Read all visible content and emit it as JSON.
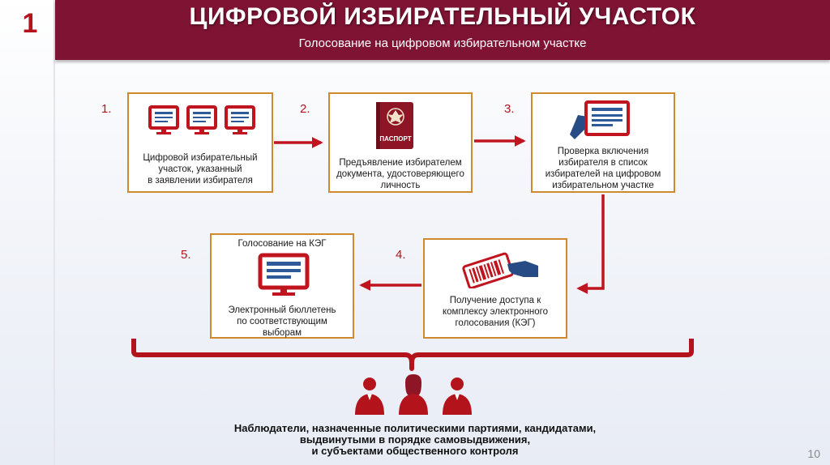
{
  "slide_number": "1",
  "header": {
    "title": "ЦИФРОВОЙ ИЗБИРАТЕЛЬНЫЙ УЧАСТОК",
    "subtitle": "Голосование на цифровом избирательном участке"
  },
  "steps": [
    {
      "number": "1.",
      "text_lines": [
        "Цифровой избирательный",
        "участок, указанный",
        "в заявлении избирателя"
      ],
      "icon": "monitors-icon"
    },
    {
      "number": "2.",
      "text_lines": [
        "Предъявление избирателем",
        "документа, удостоверяющего",
        "личность"
      ],
      "icon": "passport-icon",
      "icon_label": "ПАСПОРТ"
    },
    {
      "number": "3.",
      "text_lines": [
        "Проверка включения",
        "избирателя в список",
        "избирателей на цифровом",
        "избирательном участке"
      ],
      "icon": "voter-list-icon"
    },
    {
      "number": "4.",
      "text_lines": [
        "Получение доступа к",
        "комплексу электронного",
        "голосования (КЭГ)"
      ],
      "icon": "access-card-icon"
    },
    {
      "number": "5.",
      "title": "Голосование на КЭГ",
      "text_lines": [
        "Электронный бюллетень",
        "по соответствующим",
        "выборам"
      ],
      "icon": "monitor-icon"
    }
  ],
  "observers": {
    "text_lines": [
      "Наблюдатели, назначенные политическими партиями, кандидатами,",
      "выдвинутыми в порядке самовыдвижения,",
      "и субъектами общественного контроля"
    ],
    "icon": "people-icon"
  },
  "page_number": "10",
  "colors": {
    "header_bg": "#7e1333",
    "accent_red": "#b3141c",
    "box_border": "#d08a2e",
    "arrow": "#c0151f"
  }
}
